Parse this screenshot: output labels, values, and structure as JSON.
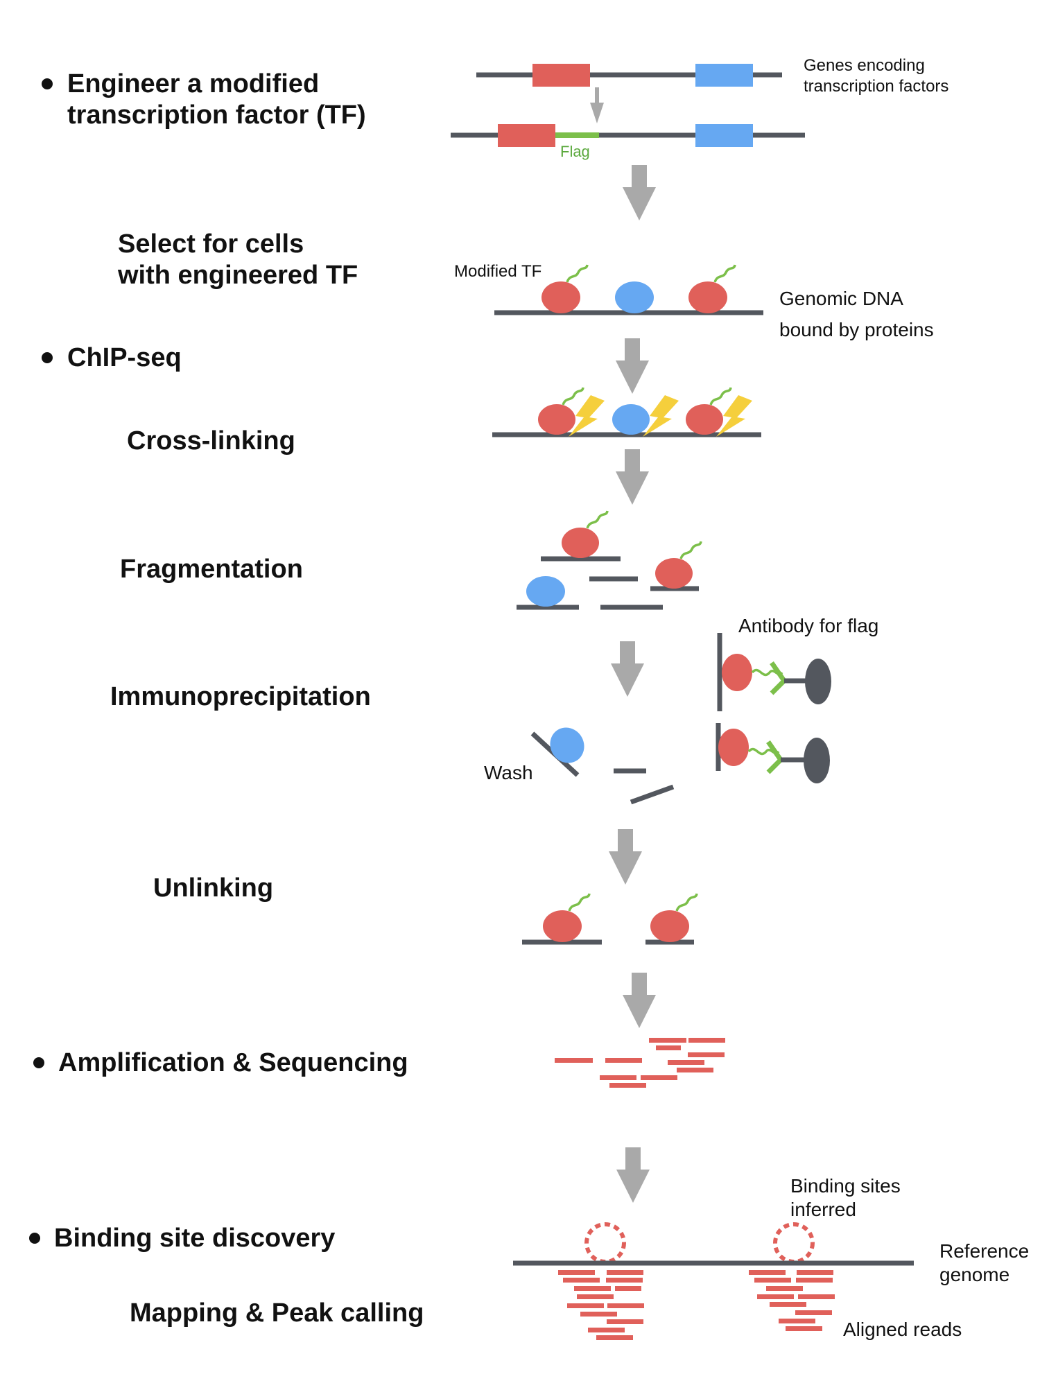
{
  "steps": {
    "engineer_line1": "Engineer a modified",
    "engineer_line2": "transcription factor (TF)",
    "select_line1": "Select for cells",
    "select_line2": "with engineered TF",
    "chipseq": "ChIP-seq",
    "crosslinking": "Cross-linking",
    "fragmentation": "Fragmentation",
    "immunoprecipitation": "Immunoprecipitation",
    "unlinking": "Unlinking",
    "amplification": "Amplification & Sequencing",
    "binding_discovery": "Binding site discovery",
    "mapping": "Mapping & Peak calling"
  },
  "labels": {
    "genes_line1": "Genes encoding",
    "genes_line2": "transcription factors",
    "flag": "Flag",
    "modified_tf": "Modified TF",
    "genomic_line1": "Genomic DNA",
    "genomic_line2": "bound by proteins",
    "antibody": "Antibody for flag",
    "wash": "Wash",
    "binding_line1": "Binding sites",
    "binding_line2": "inferred",
    "reference_line1": "Reference",
    "reference_line2": "genome",
    "aligned_reads": "Aligned reads"
  },
  "colors": {
    "tf_red": "#e0605a",
    "protein_blue": "#66a8f2",
    "flag_green": "#7cbf4a",
    "crosslink_yellow": "#f5cf3c",
    "dna_gray": "#53575e",
    "arrow_gray": "#a9a9a9"
  }
}
